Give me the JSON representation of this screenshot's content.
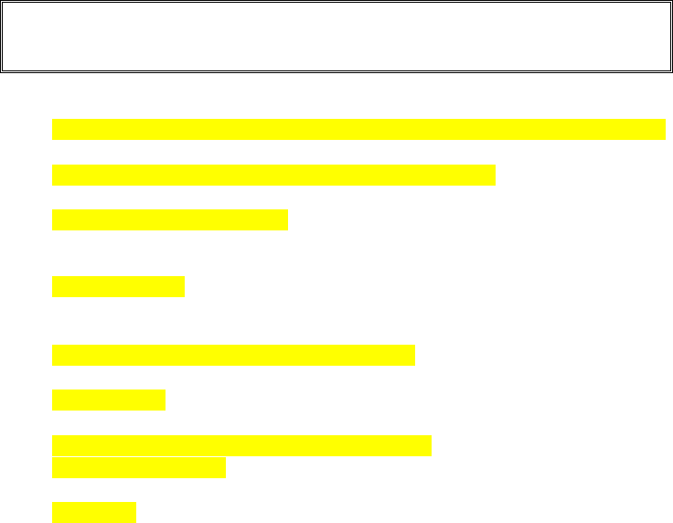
{
  "header": {
    "title": ""
  },
  "highlights": {
    "color": "#ffff00",
    "items": [
      {
        "id": 1,
        "text": ""
      },
      {
        "id": 2,
        "text": ""
      },
      {
        "id": 3,
        "text": ""
      },
      {
        "id": 4,
        "text": ""
      },
      {
        "id": 5,
        "text": ""
      },
      {
        "id": 6,
        "text": ""
      },
      {
        "id": 7,
        "text": ""
      },
      {
        "id": 8,
        "text": ""
      },
      {
        "id": 9,
        "text": ""
      }
    ]
  }
}
